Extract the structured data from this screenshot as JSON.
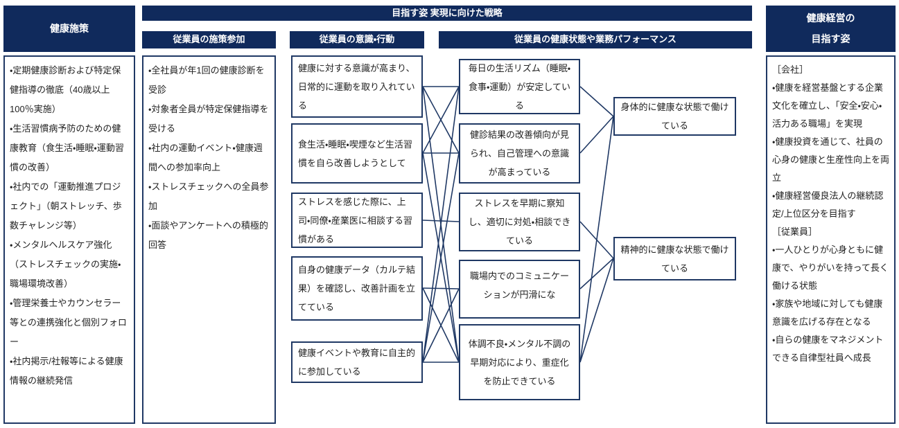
{
  "headers": {
    "col1": "健康施策",
    "strategy": "目指す姿 実現に向けた戦略",
    "col2": "従業員の施策参加",
    "col3": "従業員の意識・行動",
    "col4": "従業員の健康状態や業務パフォーマンス",
    "col5_line1": "健康経営の",
    "col5_line2": "目指す姿"
  },
  "col1_items": [
    "・定期健康診断および特定保健指導の徹底（40歳以上100％実施）",
    "・生活習慣病予防のための健康教育（食生活・睡眠・運動習慣の改善）",
    "・社内での「運動推進プロジェクト」（朝ストレッチ、歩数チャレンジ等）",
    "・メンタルヘルスケア強化（ストレスチェックの実施・職場環境改善）",
    "・管理栄養士やカウンセラー等との連携強化と個別フォロー",
    "・社内掲示/社報等による健康情報の継続発信"
  ],
  "col2_items": [
    "・全社員が年1回の健康診断を受診",
    "・対象者全員が特定保健指導を受ける",
    "・社内の運動イベント・健康週間への参加率向上",
    "・ストレスチェックへの全員参加",
    "・面談やアンケートへの積極的回答"
  ],
  "col3_boxes": [
    "健康に対する意識が高まり、日常的に運動を取り入れている",
    "食生活・睡眠・喫煙など生活習慣を自ら改善しようとして",
    "ストレスを感じた際に、上司・同僚・産業医に相談する習慣がある",
    "自身の健康データ（カルテ結果）を確認し、改善計画を立てている",
    "健康イベントや教育に自主的に参加している"
  ],
  "col4_boxes": [
    "毎日の生活リズム（睡眠・食事・運動）が安定している",
    "健診結果の改善傾向が見られ、自己管理への意識が高まっている",
    "ストレスを早期に察知し、適切に対処・相談できている",
    "職場内でのコミュニケーションが円滑にな",
    "体調不良・メンタル不調の早期対応により、重症化を防止できている"
  ],
  "outcome_boxes": [
    "身体的に健康な状態で働けている",
    "精神的に健康な状態で働けている"
  ],
  "col5_items": [
    "［会社］",
    "・健康を経営基盤とする企業文化を確立し、「安全・安心・活力ある職場」を実現",
    "・健康投資を通じて、社員の心身の健康と生産性向上を両立",
    "・健康経営優良法人の継続認定/上位区分を目指す",
    "［従業員］",
    "・一人ひとりが心身ともに健康で、やりがいを持って長く働ける状態",
    "・家族や地域に対しても健康意識を広げる存在となる",
    "・自らの健康をマネジメントできる自律型社員へ成長"
  ],
  "connections": [
    [
      "a1",
      "h1"
    ],
    [
      "a2",
      "h2"
    ],
    [
      "a3",
      "h3"
    ],
    [
      "a4",
      "h4"
    ],
    [
      "a5",
      "h5"
    ],
    [
      "a1",
      "h2"
    ],
    [
      "a2",
      "h1"
    ],
    [
      "a1",
      "h5"
    ],
    [
      "a2",
      "h5"
    ],
    [
      "a4",
      "h5"
    ],
    [
      "a5",
      "h1"
    ],
    [
      "a5",
      "h2"
    ],
    [
      "a5",
      "h4"
    ],
    [
      "h1",
      "p1"
    ],
    [
      "h2",
      "p1"
    ],
    [
      "h5",
      "p1"
    ],
    [
      "h3",
      "p2"
    ],
    [
      "h4",
      "p2"
    ],
    [
      "h5",
      "p2"
    ]
  ],
  "colors": {
    "header_bg": "#102a5c",
    "box_border": "#1f3864",
    "connector_line": "#1f3864",
    "header_text": "#ffffff",
    "body_text": "#222222"
  }
}
